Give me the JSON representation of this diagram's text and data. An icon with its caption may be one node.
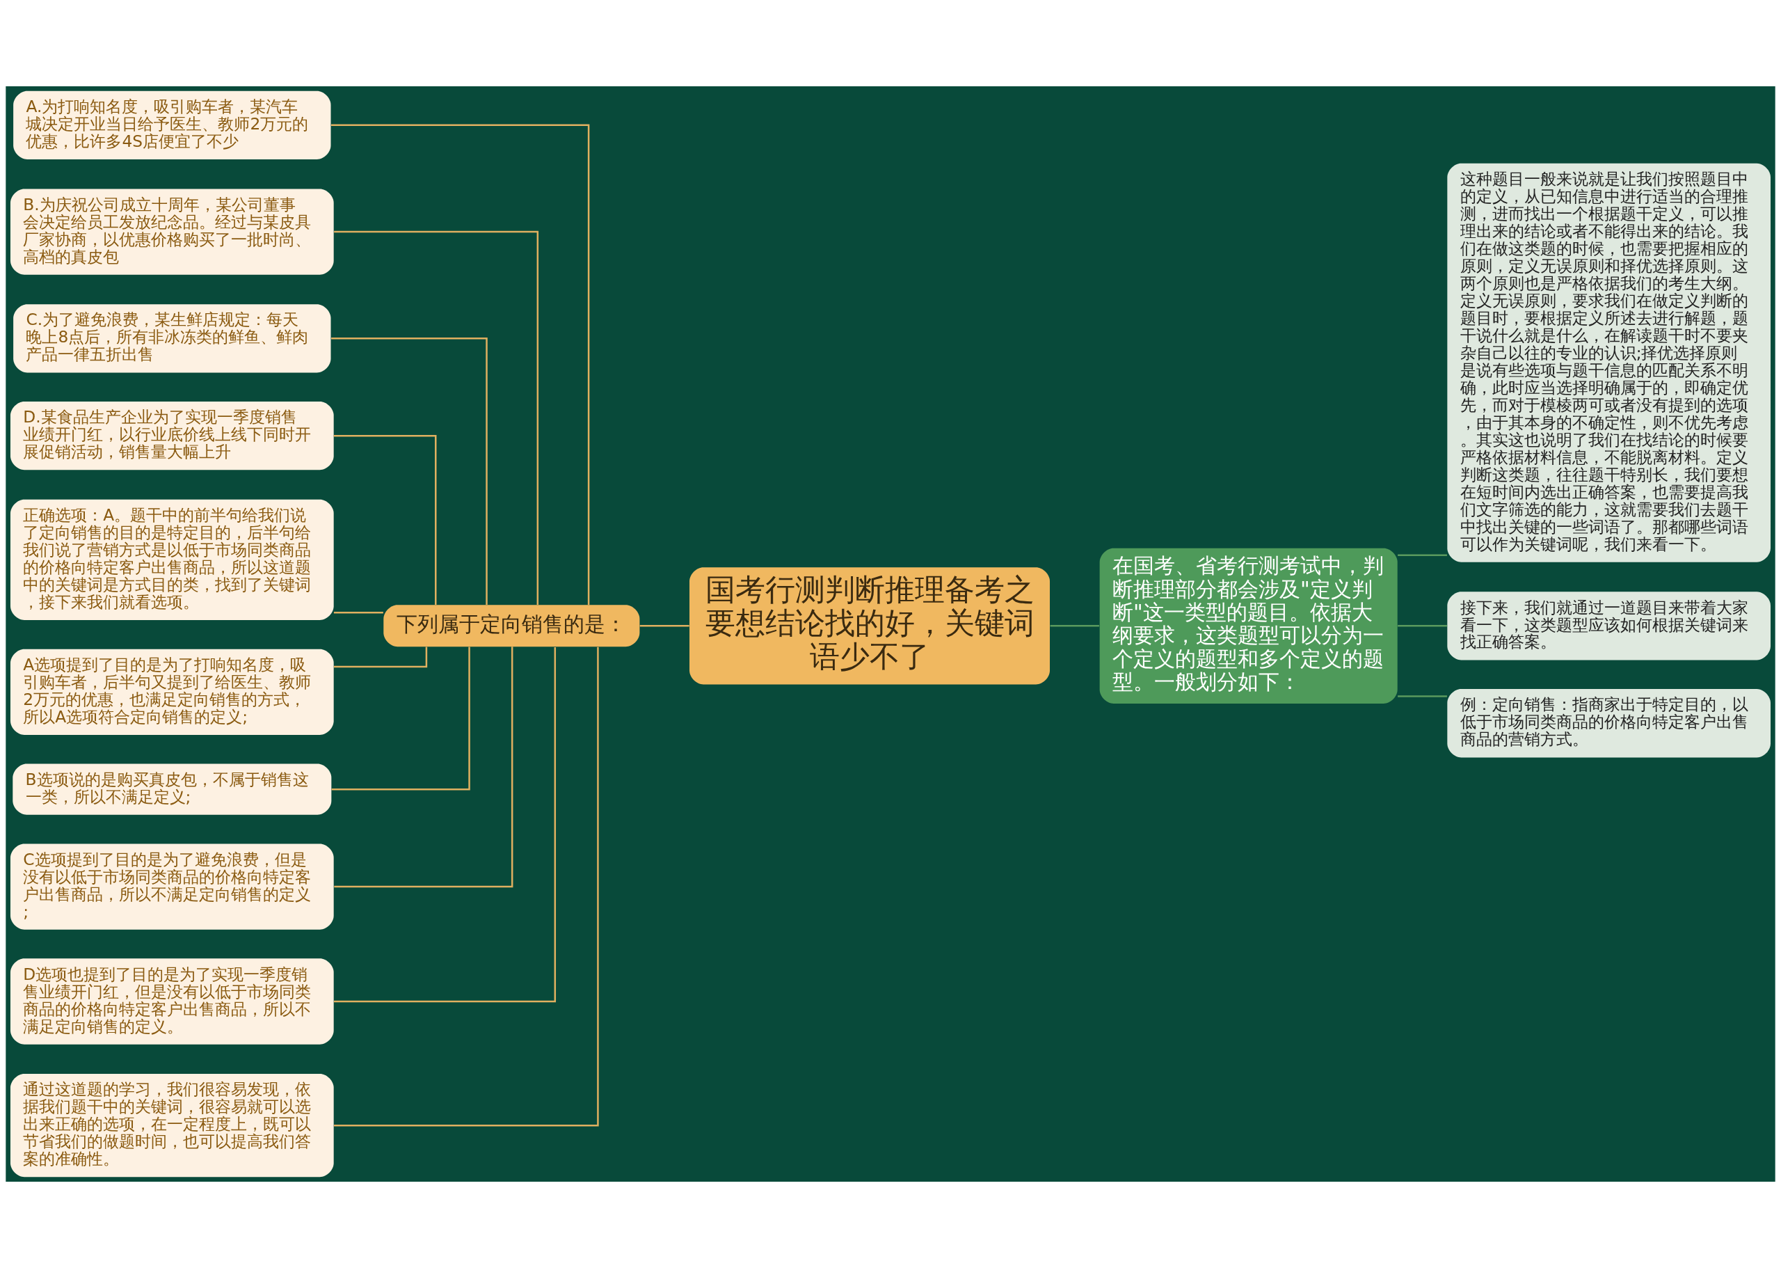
{
  "diagram": {
    "nodes": [
      {
        "text": [
          "国考行测判断推理备考之要想结论找的好，关键词语少不了"
        ]
      },
      {
        "text": [
          "在国考、省考行测考试中，判断推理部分都会涉及\"定义判断\"这一类型的题目。依据大纲要求，这类题型可以分为一个定义的题型和多个定义的题型。一般划分如下："
        ]
      },
      {
        "text": [
          "这种题目一般来说就是让我们按照题目中的定义，从已知信息中进行适当的合理推测，进而找出一个根据题干定义，可以推理出来的结论或者不能得出来的结论。我们在做这类题的时候，也需要把握相应的原则，定义无误原则和择优选择原则。这两个原则也是严格依据我们的考生大纲。定义无误原则，要求我们在做定义判断的题目时，要根据定义所述去进行解题，题干说什么就是什么，在解读题干时不要夹杂自己以往的专业的认识;择优选择原则是说有些选项与题干信息的匹配关系不明确，此时应当选择明确属于的，即确定优先，而对于模棱两可或者没有提到的选项，由于其本身的不确定性，则不优先考虑。其实这也说明了我们在找结论的时候要严格依据材料信息，不能脱离材料。定义判断这类题，往往题干特别长，我们要想在短时间内选出正确答案，也需要提高我们文字筛选的能力，这就需要我们去题干中找出关键的一些词语了。那都哪些词语可以作为关键词呢，我们来看一下。"
        ]
      },
      {
        "text": [
          "接下来，我们就通过一道题目来带着大家看一下，这类题型应该如何根据关键词来找正确答案。"
        ]
      },
      {
        "text": [
          "例：定向销售：指商家出于特定目的，以低于市场同类商品的价格向特定客户出售商品的营销方式。"
        ]
      },
      {
        "text": [
          "下列属于定向销售的是："
        ]
      },
      {
        "text": [
          "A.为打响知名度，吸引购车者，某汽车城决定开业当日给予医生、教师2万元的优惠，比许多4S店便宜了不少"
        ]
      },
      {
        "text": [
          "B.为庆祝公司成立十周年，某公司董事会决定给员工发放纪念品。经过与某皮具厂家协商，以优惠价格购买了一批时尚、高档的真皮包"
        ]
      },
      {
        "text": [
          "C.为了避免浪费，某生鲜店规定：每天晚上8点后，所有非冰冻类的鲜鱼、鲜肉产品一律五折出售"
        ]
      },
      {
        "text": [
          "D.某食品生产企业为了实现一季度销售业绩开门红，以行业底价线上线下同时开展促销活动，销售量大幅上升"
        ]
      },
      {
        "text": [
          "正确选项：A。题干中的前半句给我们说了定向销售的目的是特定目的，后半句给我们说了营销方式是以低于市场同类商品的价格向特定客户出售商品，所以这道题中的关键词是方式目的类，找到了关键词，接下来我们就看选项。"
        ]
      },
      {
        "text": [
          "A选项提到了目的是为了打响知名度，吸引购车者，后半句又提到了给医生、教师2万元的优惠，也满足定向销售的方式，所以A选项符合定向销售的定义;"
        ]
      },
      {
        "text": [
          "B选项说的是购买真皮包，不属于销售这一类，所以不满足定义;"
        ]
      },
      {
        "text": [
          "C选项提到了目的是为了避免浪费，但是没有以低于市场同类商品的价格向特定客户出售商品，所以不满足定向销售的定义;"
        ]
      },
      {
        "text": [
          "D选项也提到了目的是为了实现一季度销售业绩开门红，但是没有以低于市场同类商品的价格向特定客户出售商品，所以不满足定向销售的定义。"
        ]
      },
      {
        "text": [
          "通过这道题的学习，我们很容易发现，依据我们题干中的关键词，很容易就可以选出来正确的选项，在一定程度上，既可以节省我们的做题时间，也可以提高我们答案的准确性。"
        ]
      }
    ],
    "edges": [
      {
        "from": 6,
        "to": 5,
        "arrow": "none"
      },
      {
        "from": 7,
        "to": 5,
        "arrow": "none"
      },
      {
        "from": 8,
        "to": 5,
        "arrow": "none"
      },
      {
        "from": 9,
        "to": 5,
        "arrow": "none"
      },
      {
        "from": 10,
        "to": 5,
        "arrow": "none"
      },
      {
        "from": 11,
        "to": 5,
        "arrow": "none"
      },
      {
        "from": 12,
        "to": 5,
        "arrow": "none"
      },
      {
        "from": 13,
        "to": 5,
        "arrow": "none"
      },
      {
        "from": 14,
        "to": 5,
        "arrow": "none"
      },
      {
        "from": 15,
        "to": 5,
        "arrow": "none"
      },
      {
        "from": 5,
        "to": 0,
        "arrow": "none"
      },
      {
        "from": 0,
        "to": 1,
        "arrow": "none",
        "color": "#5a9a5e"
      },
      {
        "from": 1,
        "to": 2,
        "arrow": "none",
        "color": "#5a9a5e"
      },
      {
        "from": 1,
        "to": 3,
        "arrow": "none",
        "color": "#5a9a5e"
      },
      {
        "from": 1,
        "to": 4,
        "arrow": "none",
        "color": "#5a9a5e"
      }
    ]
  }
}
